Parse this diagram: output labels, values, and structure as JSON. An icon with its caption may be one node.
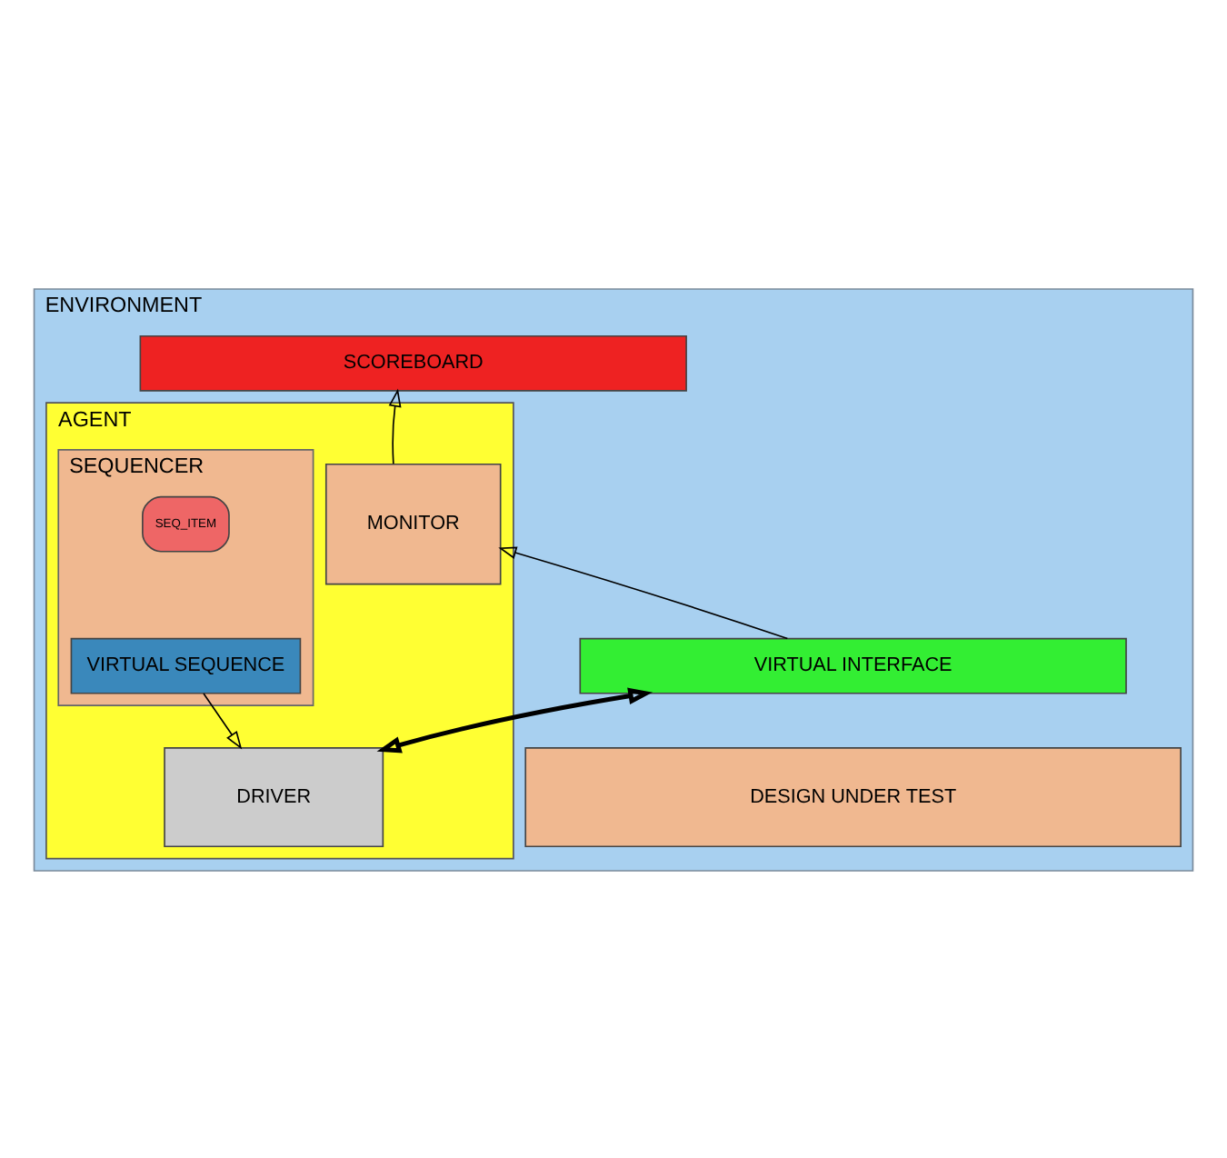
{
  "diagram": {
    "nodes": [
      {
        "text": [
          "ENVIRONMENT"
        ]
      },
      {
        "text": [
          "SCOREBOARD"
        ],
        "in": 0
      },
      {
        "text": [
          "AGENT"
        ],
        "in": 0
      },
      {
        "text": [
          "MONITOR"
        ],
        "in": 2
      },
      {
        "text": [
          "SEQUENCER"
        ],
        "in": 2
      },
      {
        "text": [
          "SEQ_ITEM"
        ],
        "in": 4
      },
      {
        "text": [
          "VIRTUAL SEQUENCE"
        ],
        "in": 4
      },
      {
        "text": [
          "DRIVER"
        ],
        "in": 2
      },
      {
        "text": [
          "VIRTUAL INTERFACE"
        ],
        "in": 0
      },
      {
        "text": [
          "DESIGN UNDER TEST"
        ],
        "in": 0
      }
    ],
    "edges": [
      {
        "from": 3,
        "to": 1,
        "arrow": "to"
      },
      {
        "from": 8,
        "to": 3,
        "arrow": "to"
      },
      {
        "from": 6,
        "to": 7,
        "arrow": "to"
      },
      {
        "from": 7,
        "to": 8,
        "arrow": "both",
        "style": "thick"
      }
    ]
  }
}
